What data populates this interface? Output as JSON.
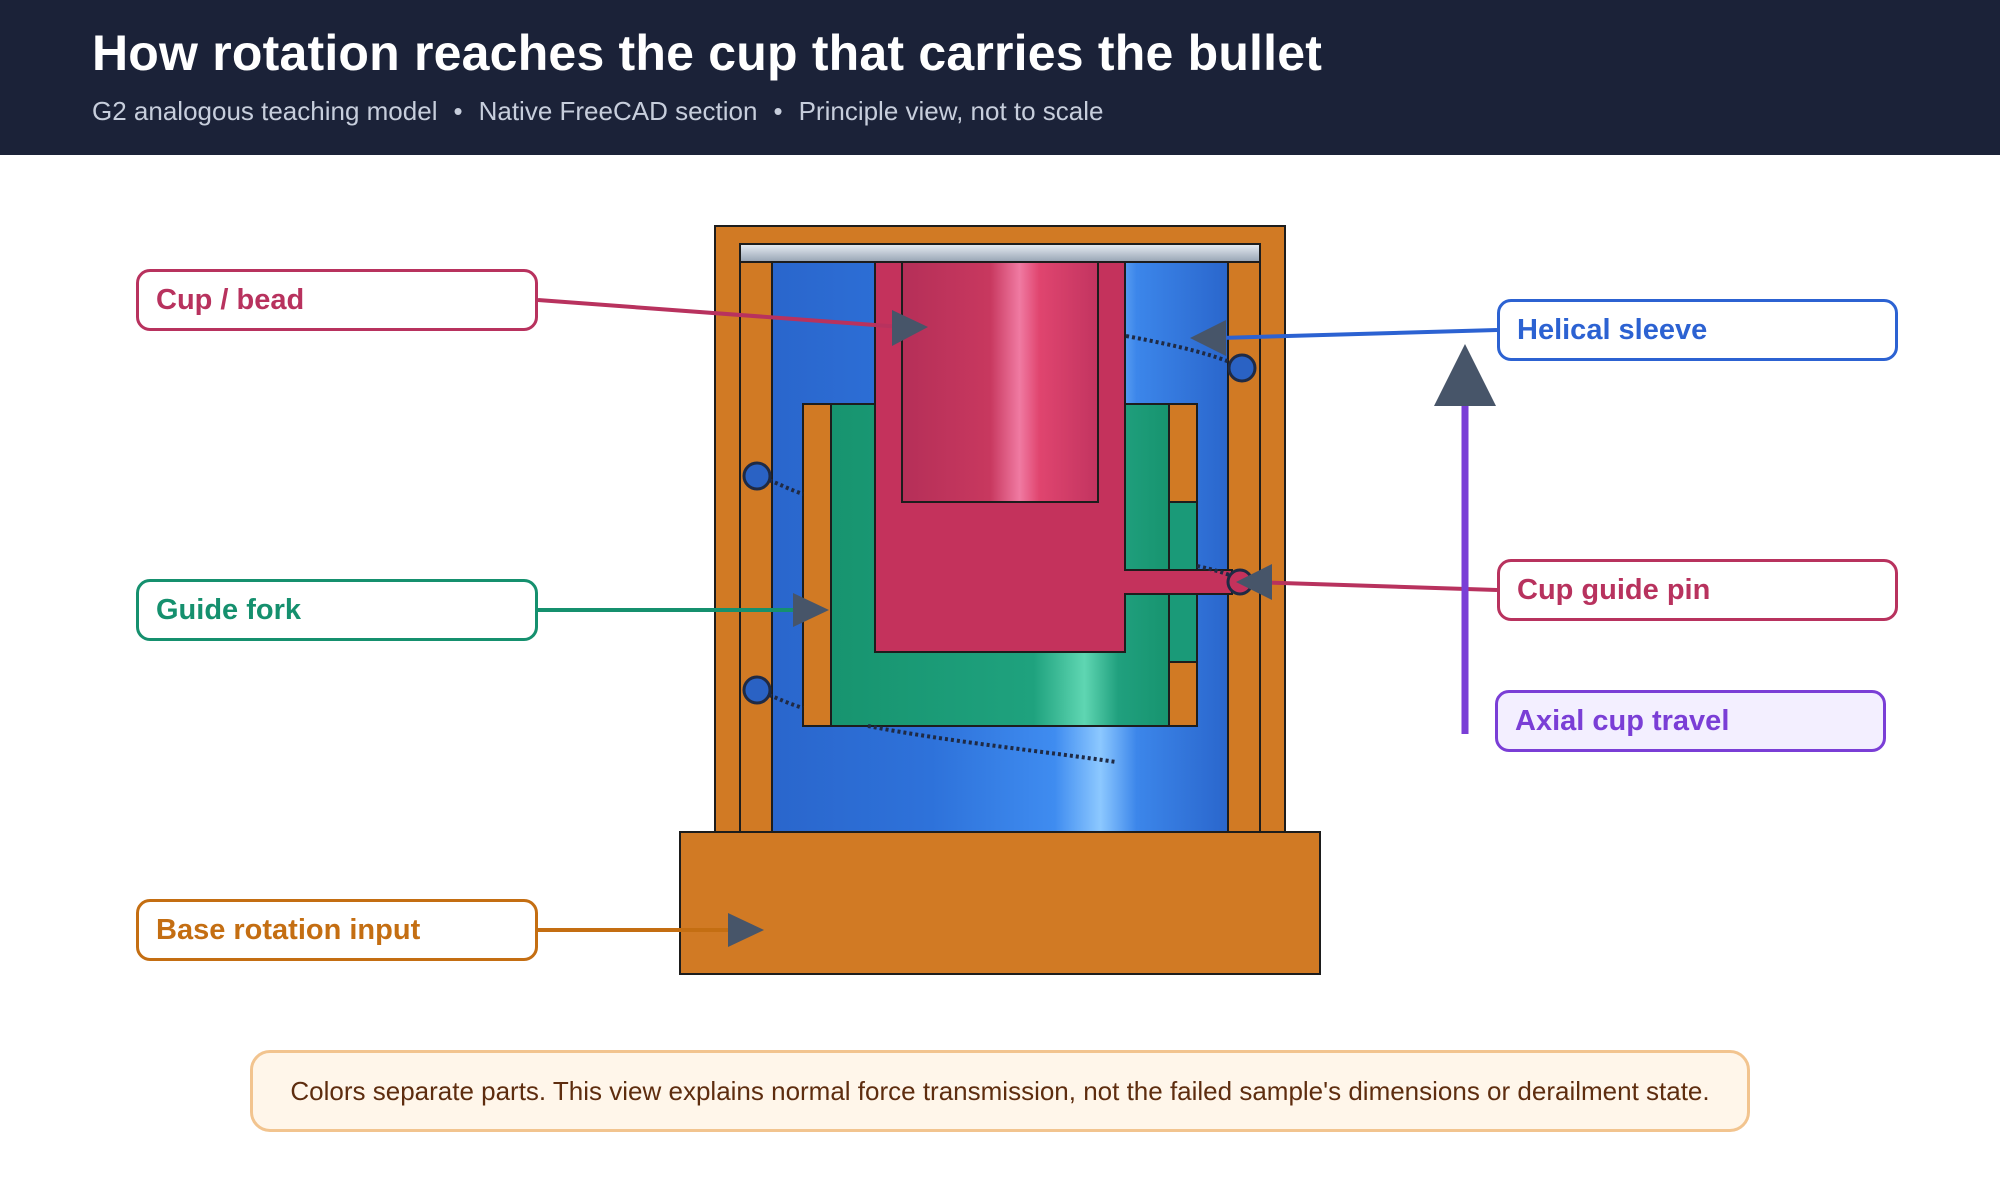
{
  "header": {
    "title": "How rotation reaches the cup that carries the bullet",
    "subtitle_parts": [
      "G2 analogous teaching model",
      "Native FreeCAD section",
      "Principle view, not to scale"
    ],
    "separator": "•"
  },
  "callouts": {
    "cup_bead": {
      "label": "Cup / bead",
      "color": "#b8325e"
    },
    "guide_fork": {
      "label": "Guide fork",
      "color": "#15906e"
    },
    "base_rotation_input": {
      "label": "Base rotation input",
      "color": "#c46e12"
    },
    "helical_sleeve": {
      "label": "Helical sleeve",
      "color": "#2c62d2"
    },
    "cup_guide_pin": {
      "label": "Cup guide pin",
      "color": "#b8325e"
    },
    "axial_cup_travel": {
      "label": "Axial cup travel",
      "color": "#7a3ed6",
      "background": "#f3efff"
    }
  },
  "part_colors": {
    "housing": "#d17a24",
    "sleeve": "#2d6fd4",
    "cup": "#c4325c",
    "fork": "#1a9a78",
    "arrowhead": "#475569"
  },
  "note": {
    "text": "Colors separate parts. This view explains normal force transmission, not the failed sample's dimensions or derailment state."
  }
}
